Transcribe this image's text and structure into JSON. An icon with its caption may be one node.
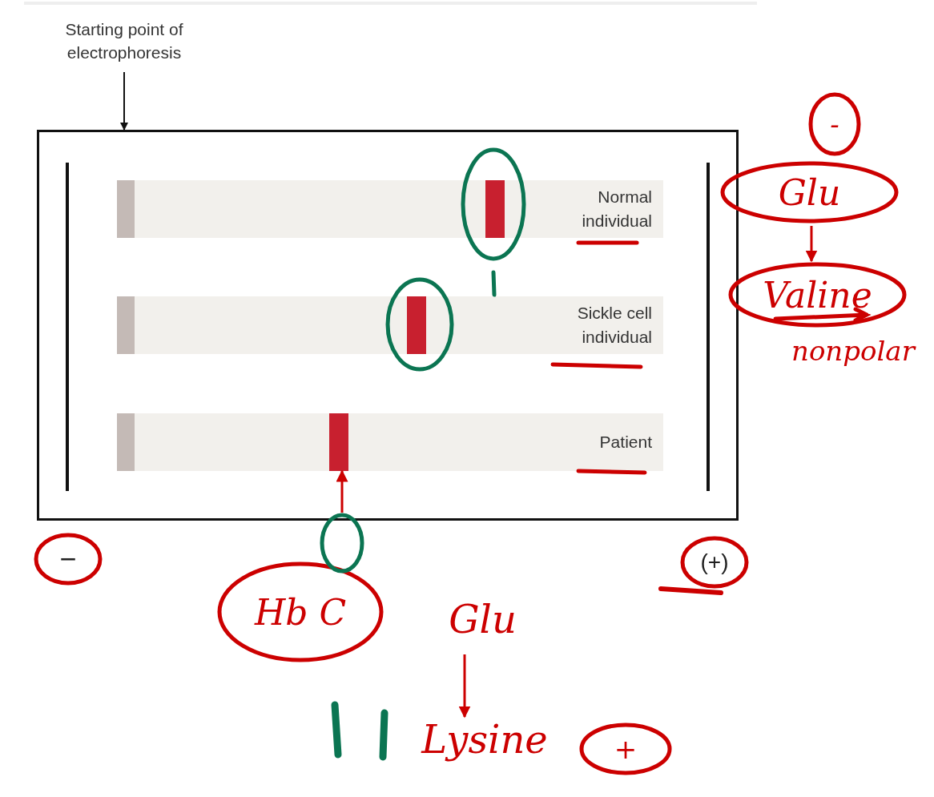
{
  "diagram": {
    "nodes": [
      {
        "text": [
          "Starting point of electrophoresis"
        ]
      },
      {
        "text": [],
        "shape": "box"
      },
      {
        "text": [
          "Normal individual"
        ],
        "in": 1
      },
      {
        "text": [
          "Sickle cell individual"
        ],
        "in": 1
      },
      {
        "text": [
          "Patient"
        ],
        "in": 1
      },
      {
        "text": [
          "Glu"
        ]
      },
      {
        "text": [
          "Valine"
        ],
        "beside": [
          "nonpolar"
        ]
      },
      {
        "text": [
          "Hb C"
        ]
      },
      {
        "text": [
          "Glu"
        ]
      },
      {
        "text": [
          "Lysine"
        ]
      },
      {
        "text": [],
        "shape": "circle"
      }
    ],
    "edges": [
      {
        "from": 0,
        "to": 1,
        "arrow": "to",
        "color": "#111111"
      },
      {
        "from": 5,
        "to": 6,
        "arrow": "to",
        "color": "#cc0000"
      },
      {
        "from": 10,
        "to": 4,
        "arrow": "to",
        "color": "#cc0000"
      },
      {
        "from": 8,
        "to": 9,
        "arrow": "to",
        "color": "#cc0000"
      }
    ],
    "labels": [
      "-",
      "−",
      "(+)",
      "+"
    ]
  }
}
